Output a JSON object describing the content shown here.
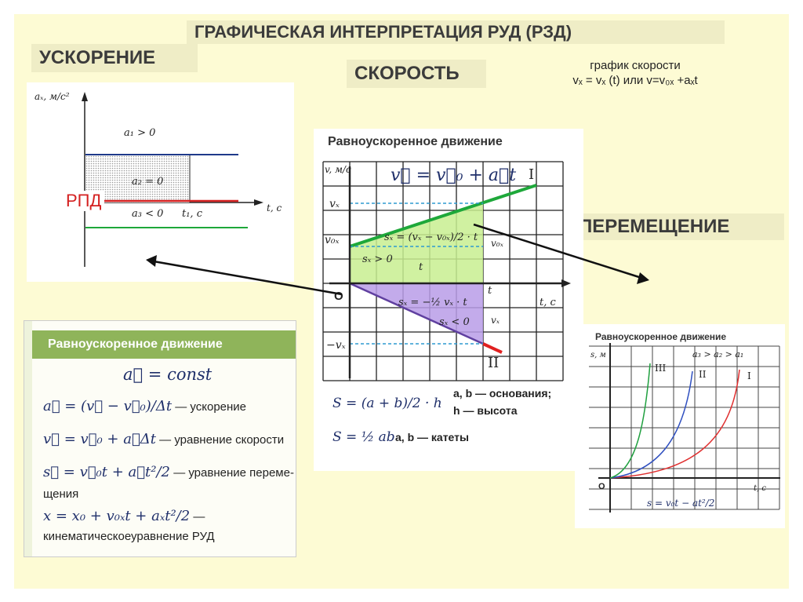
{
  "title": "ГРАФИЧЕСКАЯ ИНТЕРПРЕТАЦИЯ РУД (РЗД)",
  "labels": {
    "acceleration": "УСКОРЕНИЕ",
    "velocity": "СКОРОСТЬ",
    "displacement": "ПЕРЕМЕЩЕНИЕ",
    "rpd": "РПД",
    "velocity_graph_line1": "график скорости",
    "velocity_graph_line2": "vₓ = vₓ (t) или v=v₀ₓ +aₓt"
  },
  "accel_graph": {
    "ylabel": "aₓ, м/с²",
    "xlabel": "t, с",
    "a1": "a₁ > 0",
    "a2": "a₂ = 0",
    "a3": "a₃ < 0",
    "t1": "t₁, с",
    "colors": {
      "a1": "#1f3a8a",
      "a2": "#d42020",
      "a3": "#1ea83a"
    }
  },
  "velocity_graph": {
    "header": "Равноускоренное движение",
    "eq": "v⃗ = v⃗₀ + a⃗t",
    "y_axis": "v, м/с",
    "vx": "vₓ",
    "v0x_top": "v₀ₓ",
    "v0x_side": "v₀ₓ",
    "zero": "O",
    "neg_vx": "−vₓ",
    "t_axis": "t, с",
    "t_label": "t",
    "t_side": "t",
    "sx_upper": "sₓ = (vₓ − v₀ₓ)/2 · t",
    "sx_pos": "sₓ > 0",
    "sx_lower": "sₓ = −½ vₓ · t",
    "sx_neg": "sₓ < 0",
    "vx_side": "vₓ",
    "line1": "I",
    "line2": "II",
    "formula1": "S = (a + b)/2 · h",
    "formula1_note": "a, b — основания;",
    "formula1_note2": "h — высота",
    "formula2": "S = ½ ab",
    "formula2_note": "a, b — катеты"
  },
  "formulas": {
    "header": "Равноускоренное движение",
    "f1": "a⃗ = const",
    "f2": "a⃗ = (v⃗ − v⃗₀)/Δt",
    "f2_text": "— ускорение",
    "f3": "v⃗ = v⃗₀ + a⃗Δt",
    "f3_text": "— уравнение скорости",
    "f4": "s⃗ = v⃗₀t + a⃗t²/2",
    "f4_text": "— уравнение переме-",
    "f4_text2": "щения",
    "f5": "x = x₀ + v₀ₓt + aₓt²/2",
    "f5_text": "—",
    "f5_text2": "кинематическоеуравнение РУД"
  },
  "displacement_graph": {
    "header": "Равноускоренное движение",
    "y_axis": "s, м",
    "x_axis": "t, с",
    "zero": "O",
    "legend": "a₃ > a₂ > a₁",
    "curve1": "I",
    "curve2": "II",
    "curve3": "III",
    "formula": "s = v₀t − at²/2",
    "colors": {
      "I": "#e03030",
      "II": "#3050c0",
      "III": "#20a040"
    }
  }
}
